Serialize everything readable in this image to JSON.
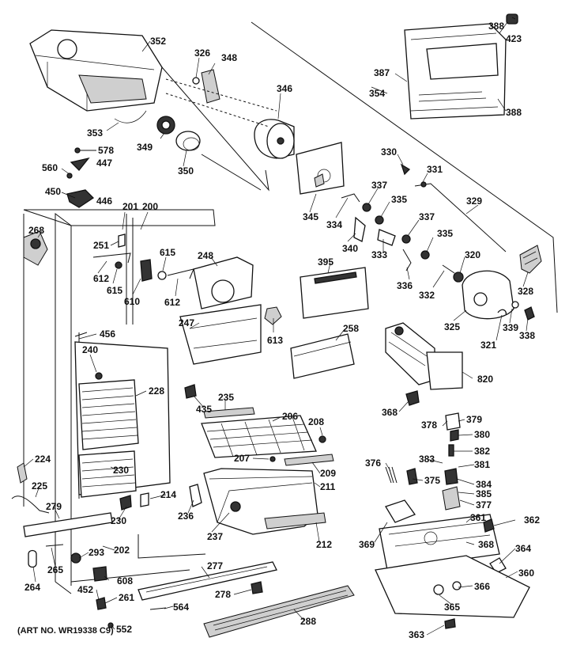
{
  "diagram": {
    "art_number": "(ART NO. WR19338 C9)",
    "labels": {
      "l352": "352",
      "l326": "326",
      "l348": "348",
      "l346": "346",
      "l388a": "388",
      "l423": "423",
      "l387": "387",
      "l354": "354",
      "l388b": "388",
      "l353": "353",
      "l349": "349",
      "l350": "350",
      "l578": "578",
      "l447": "447",
      "l560": "560",
      "l450": "450",
      "l446": "446",
      "l330": "330",
      "l331": "331",
      "l337a": "337",
      "l335a": "335",
      "l329": "329",
      "l337b": "337",
      "l335b": "335",
      "l201": "201",
      "l200": "200",
      "l268": "268",
      "l345": "345",
      "l334": "334",
      "l251": "251",
      "l340": "340",
      "l333": "333",
      "l320": "320",
      "l612a": "612",
      "l615a": "615",
      "l248": "248",
      "l395": "395",
      "l615b": "615",
      "l610": "610",
      "l612b": "612",
      "l336": "336",
      "l332": "332",
      "l328": "328",
      "l247": "247",
      "l613": "613",
      "l258": "258",
      "l325": "325",
      "l339": "339",
      "l338": "338",
      "l456": "456",
      "l321": "321",
      "l240": "240",
      "l820": "820",
      "l228": "228",
      "l435": "435",
      "l235": "235",
      "l206": "206",
      "l368a": "368",
      "l208": "208",
      "l378": "378",
      "l379": "379",
      "l380": "380",
      "l224": "224",
      "l207": "207",
      "l209": "209",
      "l382": "382",
      "l230a": "230",
      "l376": "376",
      "l383": "383",
      "l381": "381",
      "l225": "225",
      "l211": "211",
      "l375": "375",
      "l384": "384",
      "l385": "385",
      "l279": "279",
      "l214": "214",
      "l236": "236",
      "l377": "377",
      "l230b": "230",
      "l361": "361",
      "l362": "362",
      "l237": "237",
      "l212": "212",
      "l369": "369",
      "l368b": "368",
      "l364": "364",
      "l293": "293",
      "l202": "202",
      "l265": "265",
      "l277": "277",
      "l360": "360",
      "l264": "264",
      "l608": "608",
      "l452": "452",
      "l278": "278",
      "l366": "366",
      "l261": "261",
      "l564": "564",
      "l365": "365",
      "l552": "552",
      "l288": "288",
      "l363": "363"
    }
  }
}
